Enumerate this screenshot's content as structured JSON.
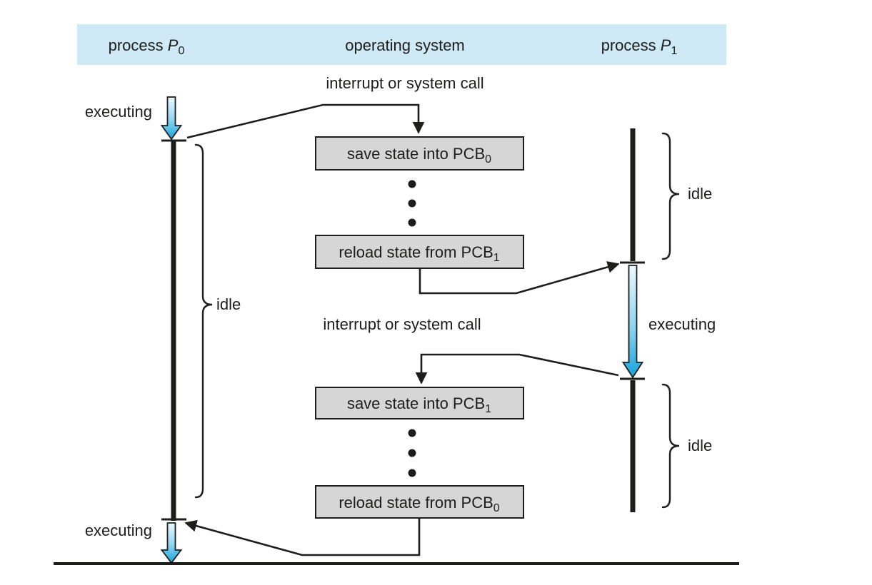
{
  "header": {
    "p0": {
      "pre": "process ",
      "var": "P",
      "sub": "0"
    },
    "os": "operating system",
    "p1": {
      "pre": "process ",
      "var": "P",
      "sub": "1"
    }
  },
  "labels": {
    "interrupt_top": "interrupt or system call",
    "interrupt_mid": "interrupt or system call",
    "executing_p0_top": "executing",
    "executing_p0_bottom": "executing",
    "executing_p1": "executing",
    "idle_p0": "idle",
    "idle_p1_top": "idle",
    "idle_p1_bottom": "idle"
  },
  "boxes": [
    {
      "label": "save state into PCB",
      "sub": "0"
    },
    {
      "label": "reload state from PCB",
      "sub": "1"
    },
    {
      "label": "save state into PCB",
      "sub": "1"
    },
    {
      "label": "reload state from PCB",
      "sub": "0"
    }
  ],
  "colors": {
    "header_bg": "#cfe9f6",
    "box_fill": "#d6d6d6",
    "ink": "#1d1d1b",
    "arrow_gradient_top": "#eef9fe",
    "arrow_gradient_mid": "#8ed4f0",
    "arrow_gradient_bottom": "#14a3dc"
  }
}
